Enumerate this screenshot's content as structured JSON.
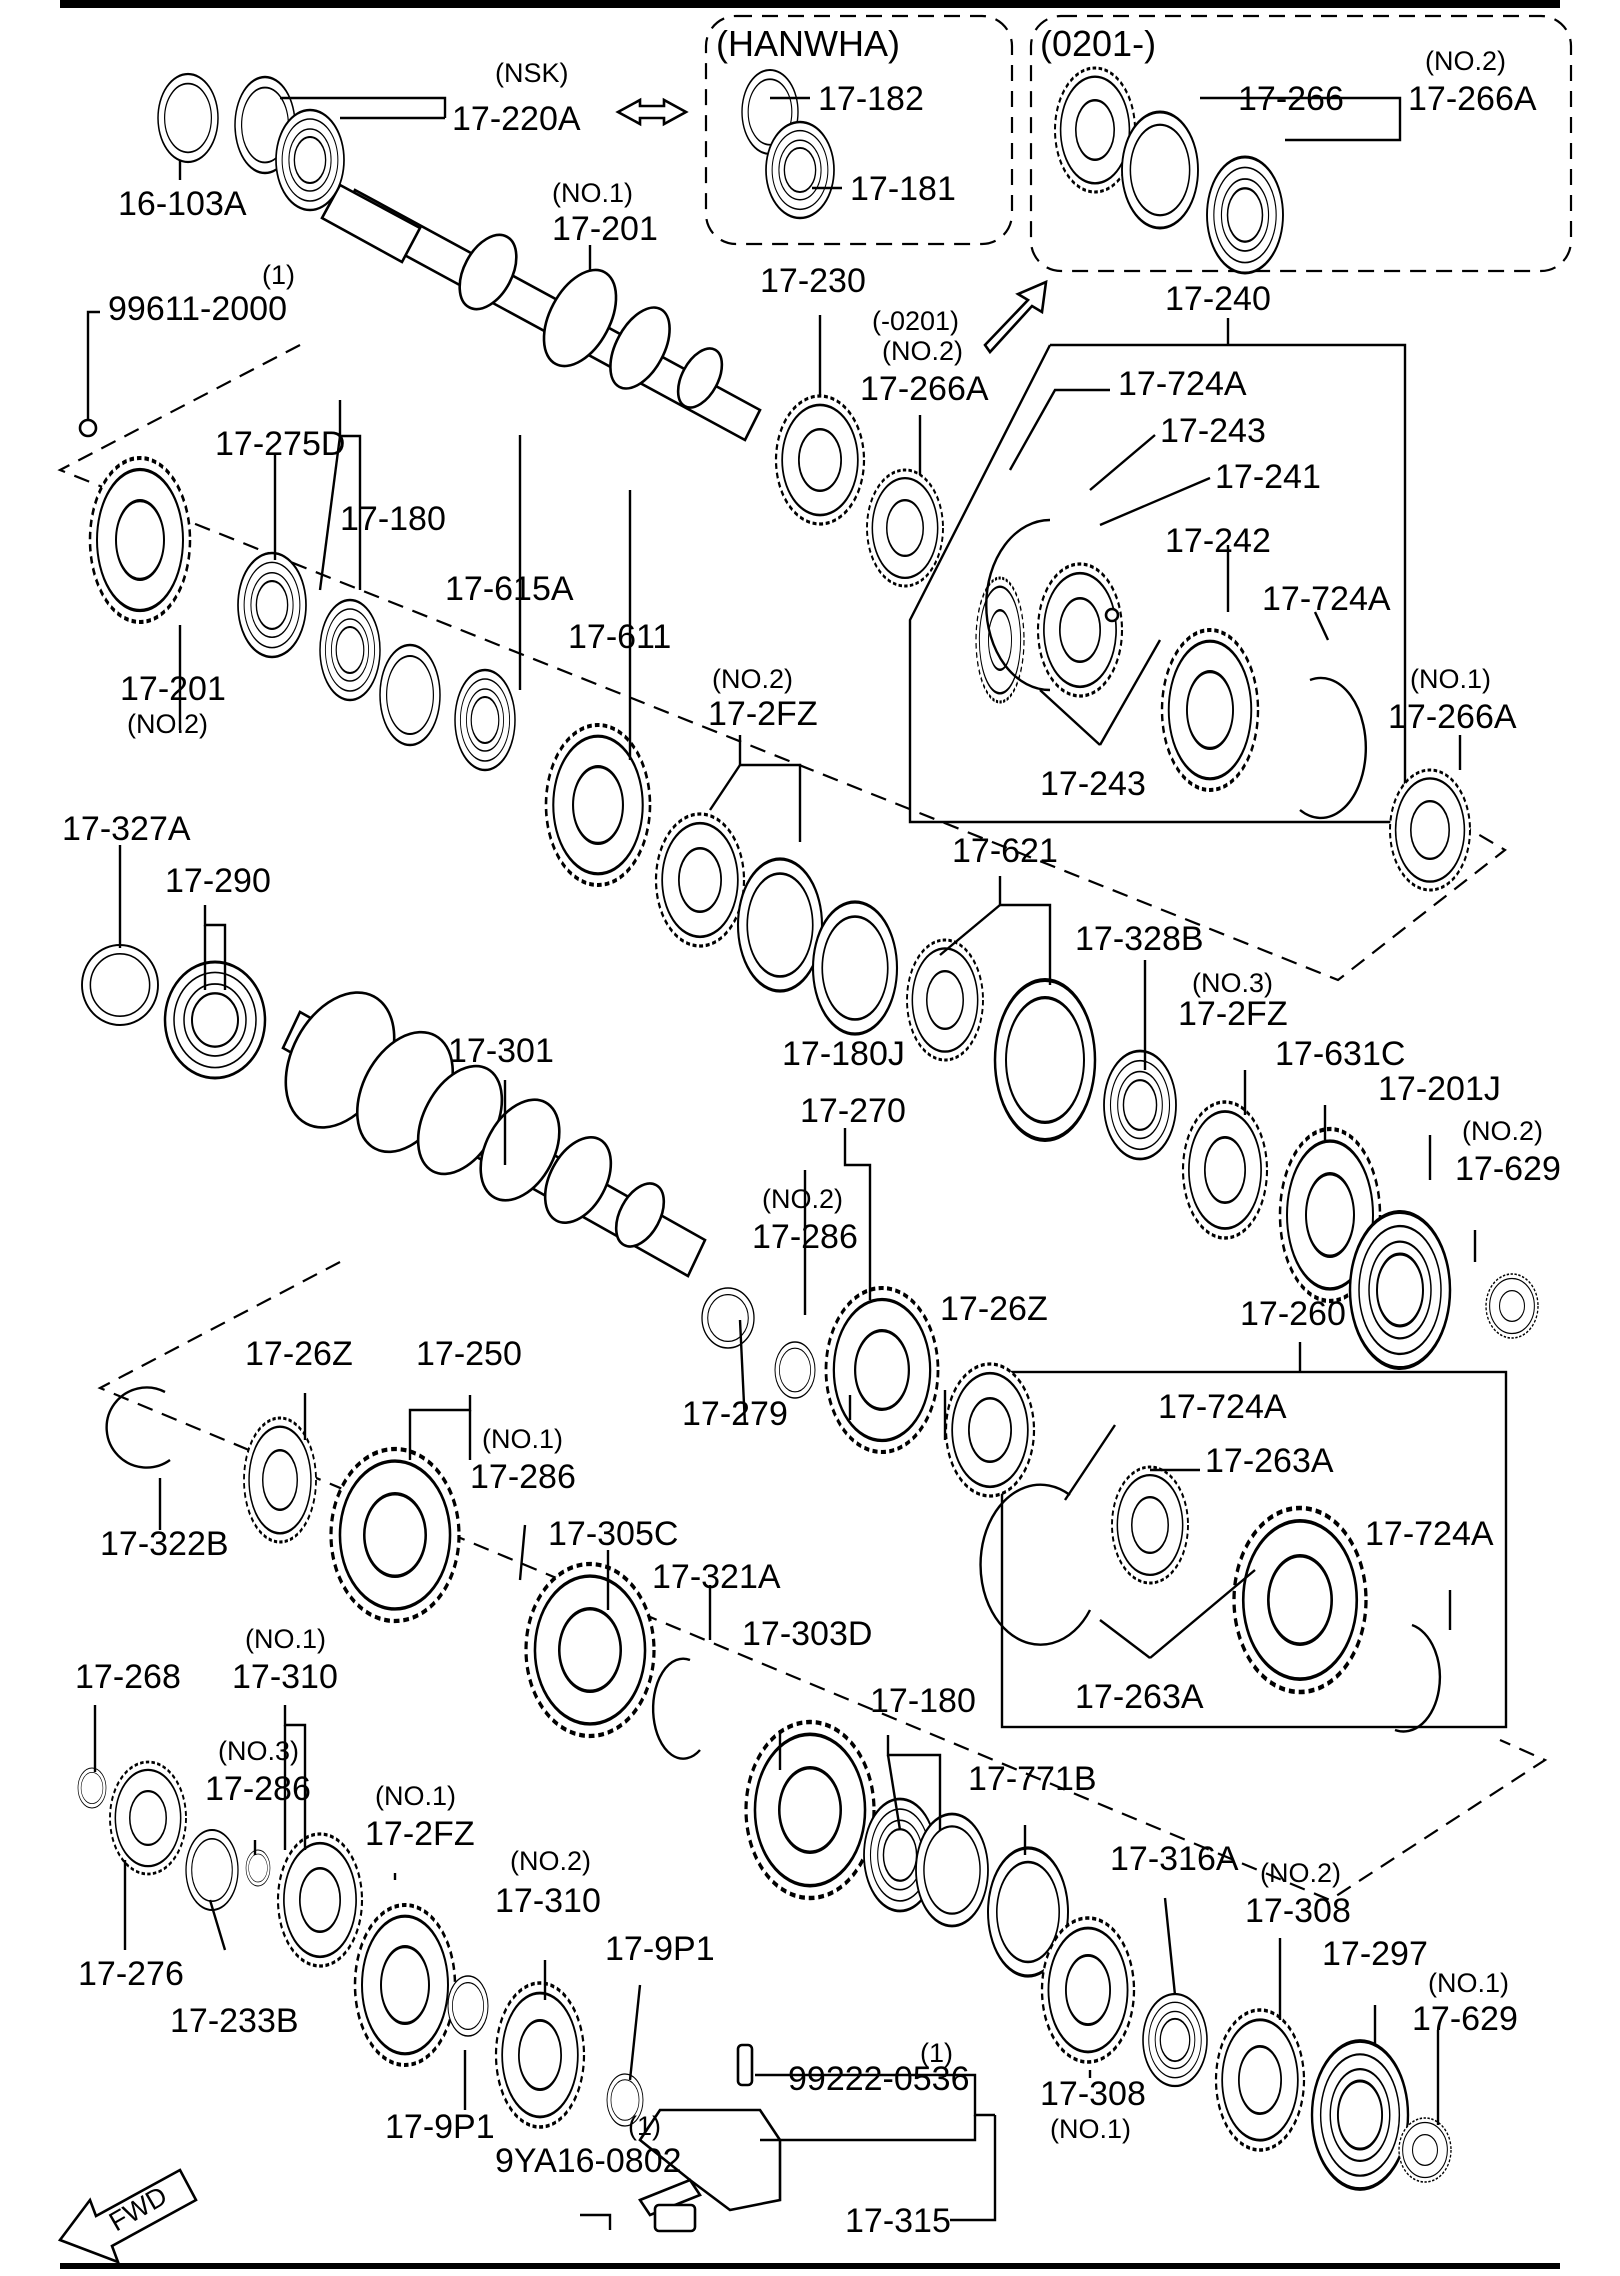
{
  "header": {
    "hanwha": "(HANWHA)",
    "date_range": "(0201-)",
    "nsk": "(NSK)"
  },
  "callouts": {
    "c1": "16-103A",
    "c2": "17-220A",
    "c3": "17-182",
    "c4": "17-181",
    "c5_q": "(NO.1)",
    "c5": "17-201",
    "c6_q": "(1)",
    "c6": "99611-2000",
    "c7": "17-230",
    "c8_q1": "(-0201)",
    "c8_q2": "(NO.2)",
    "c8": "17-266A",
    "c9": "17-266",
    "c10_q": "(NO.2)",
    "c10": "17-266A",
    "c11": "17-240",
    "c12": "17-724A",
    "c13": "17-243",
    "c14": "17-241",
    "c15": "17-242",
    "c16": "17-724A",
    "c17": "17-243",
    "c18_q": "(NO.1)",
    "c18": "17-266A",
    "c19": "17-275D",
    "c20": "17-180",
    "c21": "17-615A",
    "c22": "17-611",
    "c23_q": "(NO.2)",
    "c23": "17-2FZ",
    "c24": "17-201",
    "c24_q": "(NO.2)",
    "c25": "17-327A",
    "c26": "17-290",
    "c27": "17-621",
    "c28": "17-328B",
    "c29_q": "(NO.3)",
    "c29": "17-2FZ",
    "c30": "17-631C",
    "c31": "17-201J",
    "c32_q": "(NO.2)",
    "c32": "17-629",
    "c33": "17-301",
    "c34": "17-180J",
    "c35": "17-270",
    "c36_q": "(NO.2)",
    "c36": "17-286",
    "c37": "17-26Z",
    "c38": "17-260",
    "c39": "17-279",
    "c40": "17-26Z",
    "c41": "17-250",
    "c42_q": "(NO.1)",
    "c42": "17-286",
    "c43": "17-322B",
    "c44": "17-305C",
    "c45": "17-321A",
    "c46": "17-724A",
    "c47": "17-263A",
    "c48": "17-724A",
    "c49": "17-263A",
    "c50_q": "(NO.1)",
    "c50": "17-310",
    "c51": "17-268",
    "c52_q": "(NO.3)",
    "c52": "17-286",
    "c53": "17-303D",
    "c54": "17-180",
    "c55": "17-771B",
    "c56_q": "(NO.1)",
    "c56": "17-2FZ",
    "c57_q": "(NO.2)",
    "c57": "17-310",
    "c58": "17-316A",
    "c59_q": "(NO.2)",
    "c59": "17-308",
    "c60": "17-276",
    "c61": "17-233B",
    "c62": "17-9P1",
    "c63": "17-9P1",
    "c64": "17-297",
    "c65_q": "(NO.1)",
    "c65": "17-629",
    "c66_q": "(1)",
    "c66": "99222-0536",
    "c67": "17-308",
    "c67_q": "(NO.1)",
    "c68_q": "(1)",
    "c68": "9YA16-0802",
    "c69": "17-315"
  },
  "fwd": "FWD"
}
